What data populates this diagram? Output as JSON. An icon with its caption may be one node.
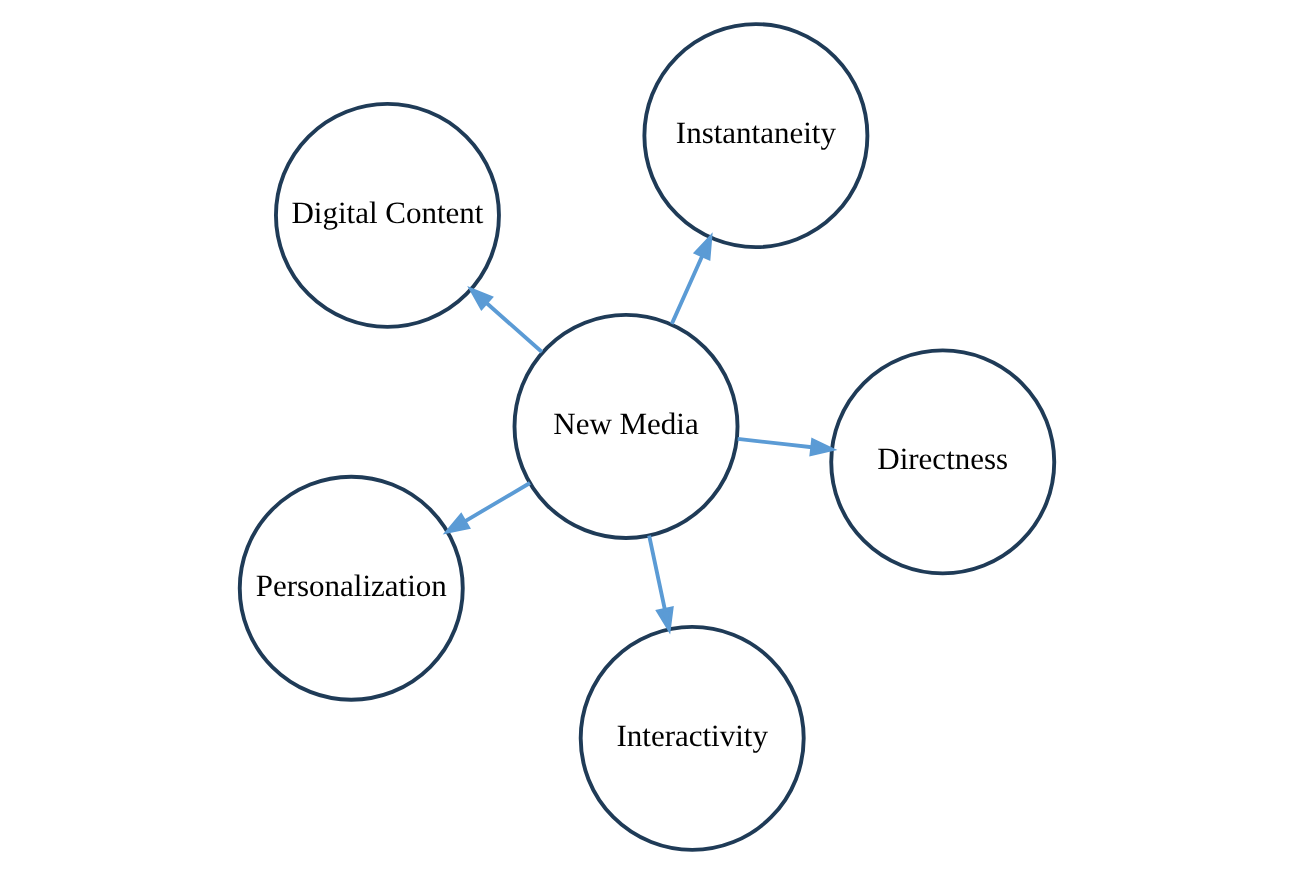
{
  "diagram": {
    "nodes": [
      {
        "text": [
          "Digital Content"
        ]
      },
      {
        "text": [
          "Directness"
        ]
      },
      {
        "text": [
          "Interactivity"
        ]
      },
      {
        "text": [
          "New Media"
        ]
      },
      {
        "text": [
          "Instantaneity"
        ]
      },
      {
        "text": [
          "Personalization"
        ]
      }
    ],
    "edges": [
      {
        "from": 3,
        "to": 1,
        "arrow": "to"
      },
      {
        "from": 3,
        "to": 0,
        "arrow": "to"
      },
      {
        "from": 3,
        "to": 2,
        "arrow": "to"
      },
      {
        "from": 3,
        "to": 4,
        "arrow": "to"
      },
      {
        "from": 3,
        "to": 5,
        "arrow": "to"
      }
    ]
  }
}
